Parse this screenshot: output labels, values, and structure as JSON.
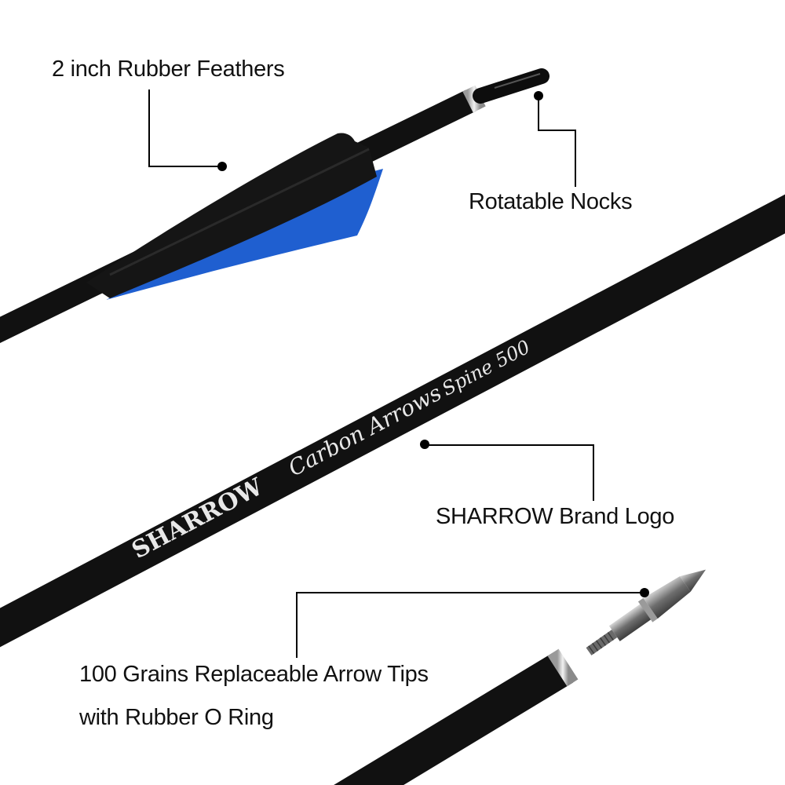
{
  "callouts": {
    "feathers": "2 inch Rubber Feathers",
    "nocks": "Rotatable Nocks",
    "logo": "SHARROW Brand Logo",
    "tips_line1": "100 Grains Replaceable Arrow Tips",
    "tips_line2": "with Rubber O Ring"
  },
  "shaft_print": {
    "brand": "SHARROW",
    "product": "Carbon Arrows",
    "spine": "Spine  500"
  },
  "colors": {
    "shaft": "#111111",
    "vane_blue": "#1f5fd0",
    "vane_black": "#151515",
    "metal": "#8a8a8a",
    "leader": "#000000"
  }
}
